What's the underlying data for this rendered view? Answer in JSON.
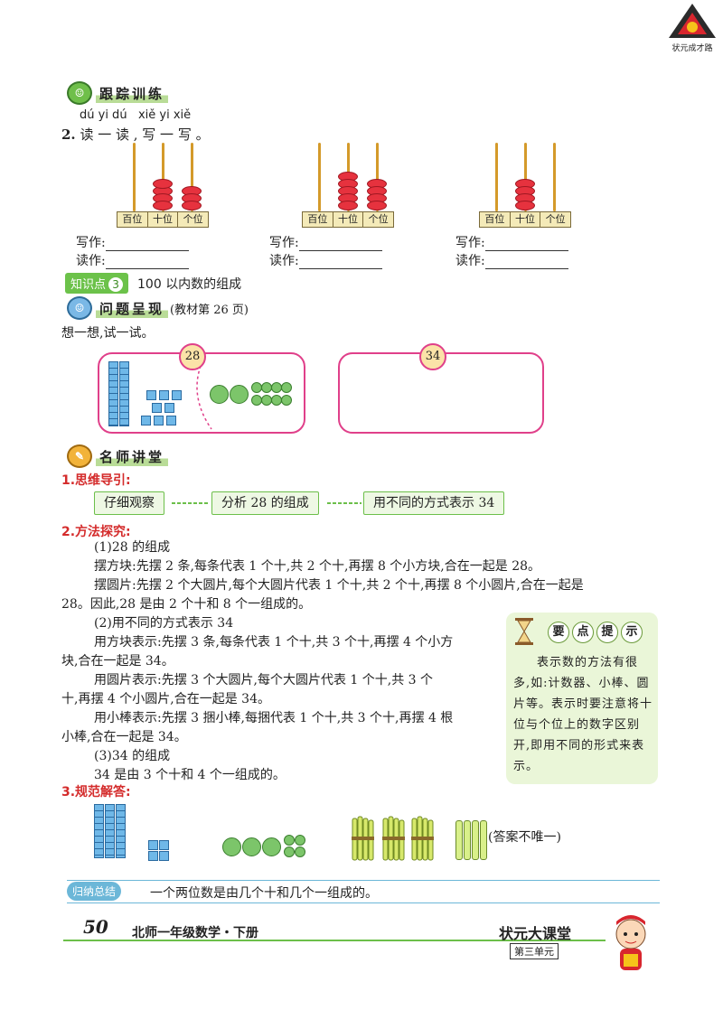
{
  "logo": {
    "text": "状元成才路"
  },
  "section1": {
    "title": "跟踪训练",
    "pinyin": "dú yi dú   xiě yi xiě",
    "question_no": "2.",
    "question": "读 一 读 , 写 一 写 。",
    "abacus_labels": [
      "百位",
      "十位",
      "个位"
    ],
    "abaci": [
      {
        "tens": 4,
        "ones": 3
      },
      {
        "tens": 5,
        "ones": 4
      },
      {
        "tens": 4,
        "ones": 0
      }
    ],
    "write_label": "写作:",
    "read_label": "读作:"
  },
  "knowledge_point": {
    "badge": "知识点",
    "num": "3",
    "title": "100 以内数的组成"
  },
  "problem": {
    "title": "问题呈现",
    "note": "(教材第 26 页)",
    "prompt": "想一想,试一试。",
    "box1_num": "28",
    "box2_num": "34"
  },
  "teacher": {
    "title": "名师讲堂",
    "h1": "1.思维导引:",
    "flow": [
      "仔细观察",
      "分析 28 的组成",
      "用不同的方式表示 34"
    ],
    "h2": "2.方法探究:",
    "p1": "(1)28 的组成",
    "p2": "摆方块:先摆 2 条,每条代表 1 个十,共 2 个十,再摆 8 个小方块,合在一起是 28。",
    "p3a": "摆圆片:先摆 2 个大圆片,每个大圆片代表 1 个十,共 2 个十,再摆 8 个小圆片,合在一起是",
    "p3b": "28。因此,28 是由 2 个十和 8 个一组成的。",
    "p4": "(2)用不同的方式表示 34",
    "p5a": "用方块表示:先摆 3 条,每条代表 1 个十,共 3 个十,再摆 4 个小方",
    "p5b": "块,合在一起是 34。",
    "p6a": "用圆片表示:先摆 3 个大圆片,每个大圆片代表 1 个十,共 3 个",
    "p6b": "十,再摆 4 个小圆片,合在一起是 34。",
    "p7a": "用小棒表示:先摆 3 捆小棒,每捆代表 1 个十,共 3 个十,再摆 4 根",
    "p7b": "小棒,合在一起是 34。",
    "p8": "(3)34 的组成",
    "p9": "34 是由 3 个十和 4 个一组成的。",
    "tip_title": [
      "要",
      "点",
      "提",
      "示"
    ],
    "tip_text": "表示数的方法有很多,如:计数器、小棒、圆片等。表示时要注意将十位与个位上的数字区别开,即用不同的形式来表示。",
    "h3": "3.规范解答:",
    "answer_note": "(答案不唯一)"
  },
  "summary": {
    "badge": "归纳总结",
    "text": "一个两位数是由几个十和几个一组成的。"
  },
  "footer": {
    "page": "50",
    "book": "北师一年级数学・下册",
    "brand": "状元大课堂",
    "unit": "第三单元"
  }
}
